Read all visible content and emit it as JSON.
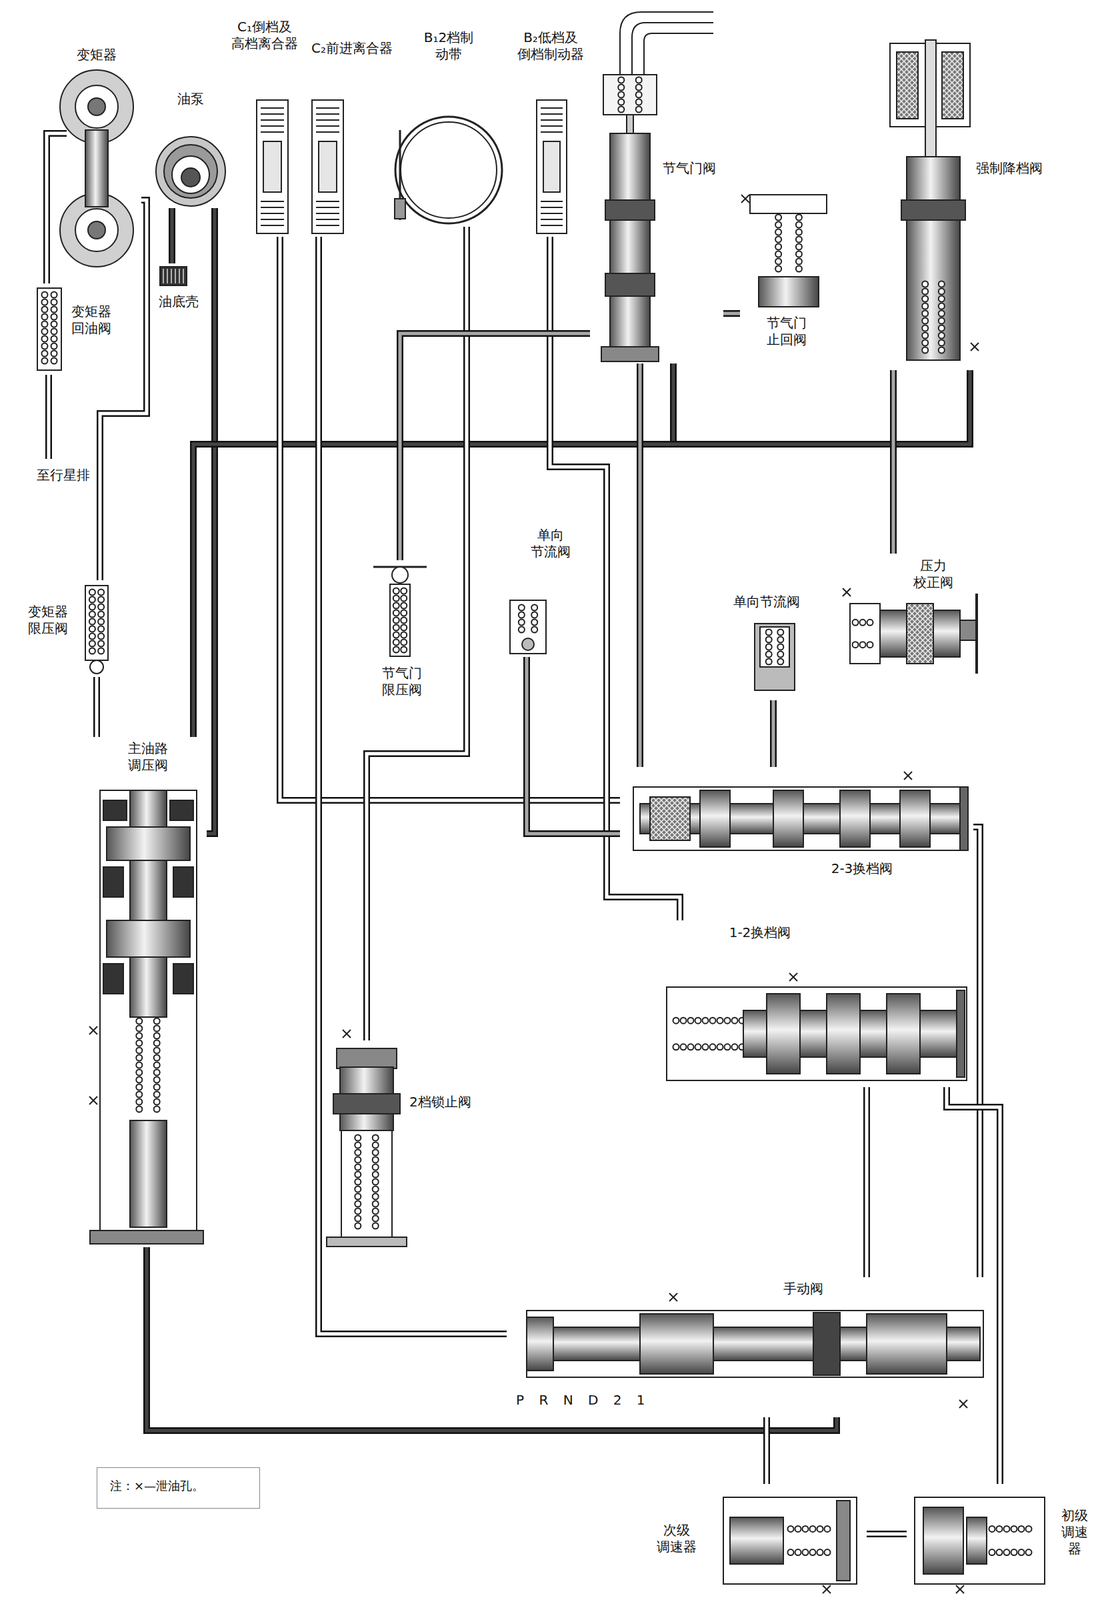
{
  "diagram": {
    "nodes": [
      {
        "text": [
          "变矩器"
        ]
      },
      {
        "text": [
          "油泵"
        ]
      },
      {
        "text": [
          "油底壳"
        ]
      },
      {
        "text": [
          "C₁倒档及 高档离合器"
        ]
      },
      {
        "text": [
          "C₂前进离合器"
        ]
      },
      {
        "text": [
          "B₁2档制 动带"
        ]
      },
      {
        "text": [
          "B₂低档及 倒档制动器"
        ]
      },
      {
        "text": [
          "节气门阀"
        ]
      },
      {
        "text": [
          "节气门 止回阀"
        ]
      },
      {
        "text": [
          "强制降档阀"
        ]
      },
      {
        "text": [
          "变矩器 回油阀"
        ]
      },
      {
        "text": [
          "变矩器 限压阀"
        ]
      },
      {
        "text": [
          "节气门 限压阀"
        ]
      },
      {
        "text": [
          "单向 节流阀"
        ]
      },
      {
        "text": [
          "压力 校正阀"
        ]
      },
      {
        "text": [
          "单向节流阀"
        ]
      },
      {
        "text": [
          "主油路 调压阀"
        ]
      },
      {
        "text": [
          "2-3换档阀"
        ]
      },
      {
        "text": [
          "1-2换档阀"
        ]
      },
      {
        "text": [
          "2档锁止阀"
        ]
      },
      {
        "text": [
          "手动阀",
          "P R N D 2 1"
        ]
      },
      {
        "text": [
          "次级 调速器"
        ]
      },
      {
        "text": [
          "初级 调速 器"
        ]
      },
      {
        "text": [
          "注：×—泄油孔。"
        ]
      }
    ],
    "edges": [
      {
        "from": 1,
        "to": 2,
        "arrow": "none"
      },
      {
        "from": 1,
        "to": 16,
        "arrow": "none"
      },
      {
        "from": 16,
        "to": 20,
        "arrow": "none"
      },
      {
        "from": 16,
        "to": 7,
        "arrow": "none"
      },
      {
        "from": 16,
        "to": 9,
        "arrow": "none"
      },
      {
        "from": 16,
        "to": 11,
        "arrow": "none"
      },
      {
        "from": 11,
        "to": 0,
        "arrow": "none"
      },
      {
        "from": 0,
        "to": 10,
        "arrow": "none"
      },
      {
        "from": 20,
        "to": 18,
        "arrow": "none"
      },
      {
        "from": 20,
        "to": 17,
        "arrow": "none"
      },
      {
        "from": 17,
        "to": 3,
        "arrow": "none"
      },
      {
        "from": 20,
        "to": 4,
        "arrow": "none"
      },
      {
        "from": 18,
        "to": 6,
        "arrow": "none"
      },
      {
        "from": 19,
        "to": 5,
        "arrow": "none"
      },
      {
        "from": 7,
        "to": 8,
        "arrow": "none"
      },
      {
        "from": 7,
        "to": 17,
        "arrow": "none"
      },
      {
        "from": 20,
        "to": 21,
        "arrow": "none"
      },
      {
        "from": 21,
        "to": 22,
        "arrow": "none"
      },
      {
        "from": 22,
        "to": 18,
        "arrow": "none"
      },
      {
        "from": 7,
        "to": 12,
        "arrow": "none"
      },
      {
        "from": 13,
        "to": 17,
        "arrow": "none"
      },
      {
        "from": 15,
        "to": 17,
        "arrow": "none"
      },
      {
        "from": 9,
        "to": 14,
        "arrow": "none"
      }
    ],
    "labels": [
      "至行星排"
    ]
  }
}
